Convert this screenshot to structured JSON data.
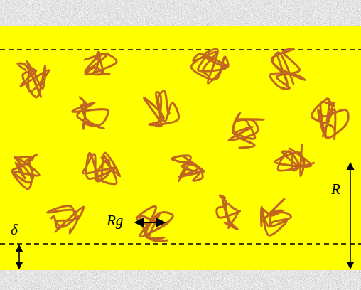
{
  "diagram": {
    "labels": [
      "δ",
      "Rg",
      "R"
    ]
  }
}
